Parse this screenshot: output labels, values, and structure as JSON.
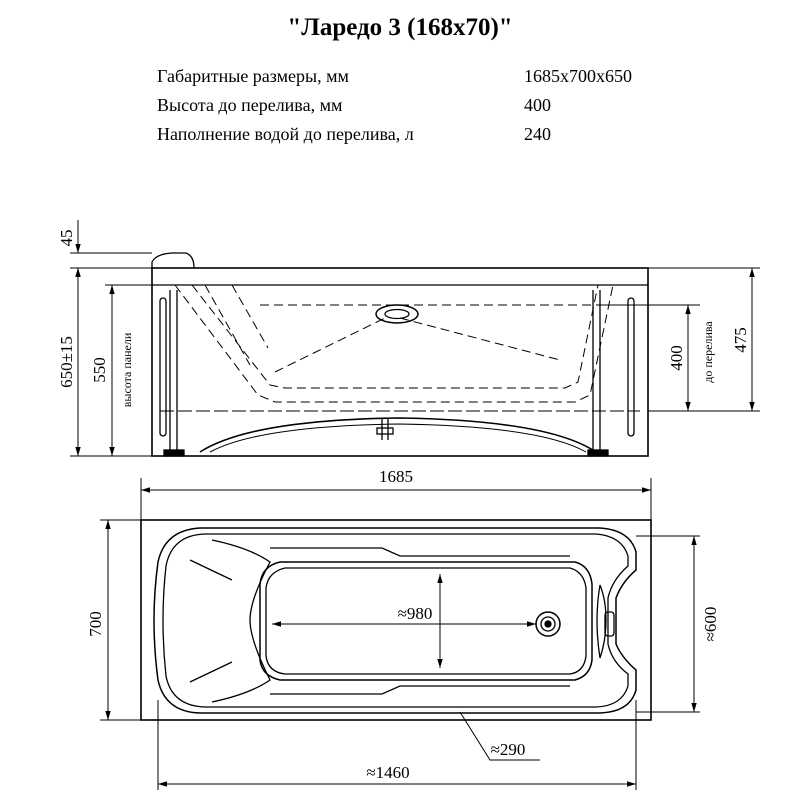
{
  "title": "\"Ларедо 3 (168x70)\"",
  "specs": [
    {
      "label": "Габаритные размеры, мм",
      "value": "1685x700x650"
    },
    {
      "label": "Высота до перелива, мм",
      "value": "400"
    },
    {
      "label": "Наполнение водой до перелива, л",
      "value": "240"
    }
  ],
  "side_view": {
    "dim_rim": "45",
    "dim_total_height": "650±15",
    "dim_panel_height": "550",
    "label_panel_height": "высота панели",
    "dim_overflow_height": "400",
    "label_overflow": "до перелива",
    "dim_height_475": "475"
  },
  "top_view": {
    "dim_length": "1685",
    "dim_width": "700",
    "dim_inner_length": "≈980",
    "dim_inner_width": "≈600",
    "dim_bottom_width": "≈290",
    "dim_bottom_length": "≈1460"
  }
}
